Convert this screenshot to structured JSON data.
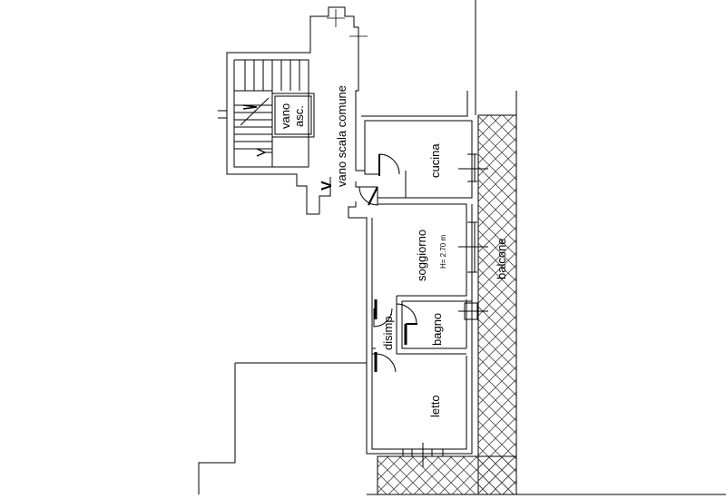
{
  "floorplan": {
    "rooms": {
      "vano_asc_line1": "vano",
      "vano_asc_line2": "asc.",
      "vano_scala": "vano scala comune",
      "cucina": "cucina",
      "soggiorno": "soggiorno",
      "height_note": "H= 2.70 m",
      "balcone": "balcone",
      "disimp": "disimp.",
      "bagno": "bagno",
      "letto": "letto"
    },
    "entrance_symbol": "V"
  }
}
